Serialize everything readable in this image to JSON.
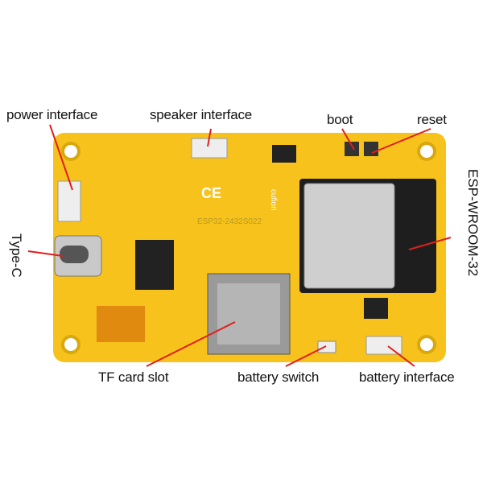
{
  "labels": {
    "power": "power interface",
    "speaker": "speaker interface",
    "boot": "boot",
    "reset": "reset",
    "esp": "ESP-WROOM-32",
    "typec": "Type-C",
    "tf": "TF card slot",
    "battery_switch": "battery switch",
    "battery_interface": "battery interface"
  },
  "board": {
    "model": "ESP32-2432S022",
    "brand": "cufion",
    "ce_mark": "CE"
  },
  "colors": {
    "pcb": "#f7c21b",
    "leader": "#e0201c"
  }
}
